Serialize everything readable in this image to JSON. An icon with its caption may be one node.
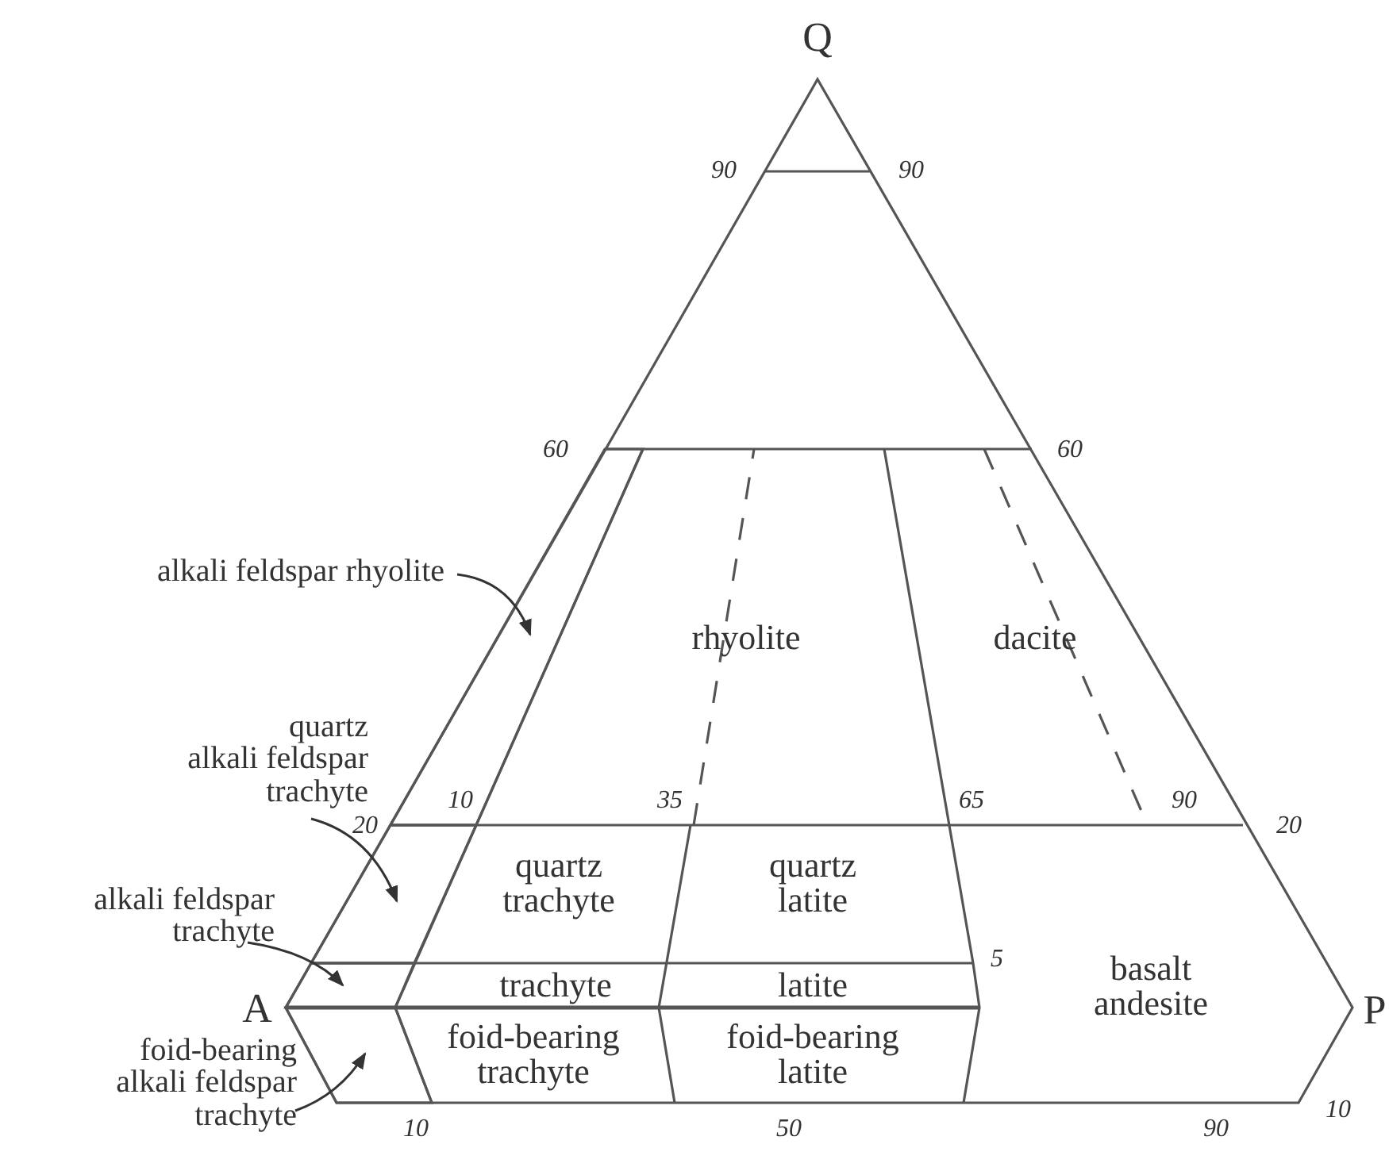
{
  "diagram": {
    "nodes": [
      {
        "text": [
          "alkali feldspar rhyolite"
        ]
      },
      {
        "text": [],
        "shape": "box"
      },
      {
        "text": [
          "rhyolite"
        ]
      },
      {
        "text": [
          "dacite"
        ]
      },
      {
        "text": [
          "quartz alkali feldspar trachyte"
        ]
      },
      {
        "text": [],
        "shape": "box"
      },
      {
        "text": [
          "quartz trachyte"
        ]
      },
      {
        "text": [
          "quartz latite"
        ]
      },
      {
        "text": [
          "basalt andesite"
        ]
      },
      {
        "text": [
          "alkali feldspar trachyte"
        ]
      },
      {
        "text": [],
        "shape": "box"
      },
      {
        "text": [
          "trachyte"
        ]
      },
      {
        "text": [
          "latite"
        ]
      },
      {
        "text": [
          "foid-bearing alkali feldspar trachyte"
        ]
      },
      {
        "text": [],
        "shape": "box"
      },
      {
        "text": [
          "foid-bearing trachyte"
        ]
      },
      {
        "text": [
          "foid-bearing latite"
        ]
      }
    ],
    "edges": [
      {
        "from": 0,
        "to": 1,
        "arrow": "to"
      },
      {
        "from": 4,
        "to": 5,
        "arrow": "to"
      },
      {
        "from": 9,
        "to": 10,
        "arrow": "to"
      },
      {
        "from": 13,
        "to": 14,
        "arrow": "to"
      }
    ],
    "labels": [
      "Q",
      "90",
      "90",
      "60",
      "60",
      "20",
      "10",
      "35",
      "65",
      "90",
      "20",
      "5",
      "A",
      "P",
      "10",
      "50",
      "90",
      "10"
    ]
  }
}
